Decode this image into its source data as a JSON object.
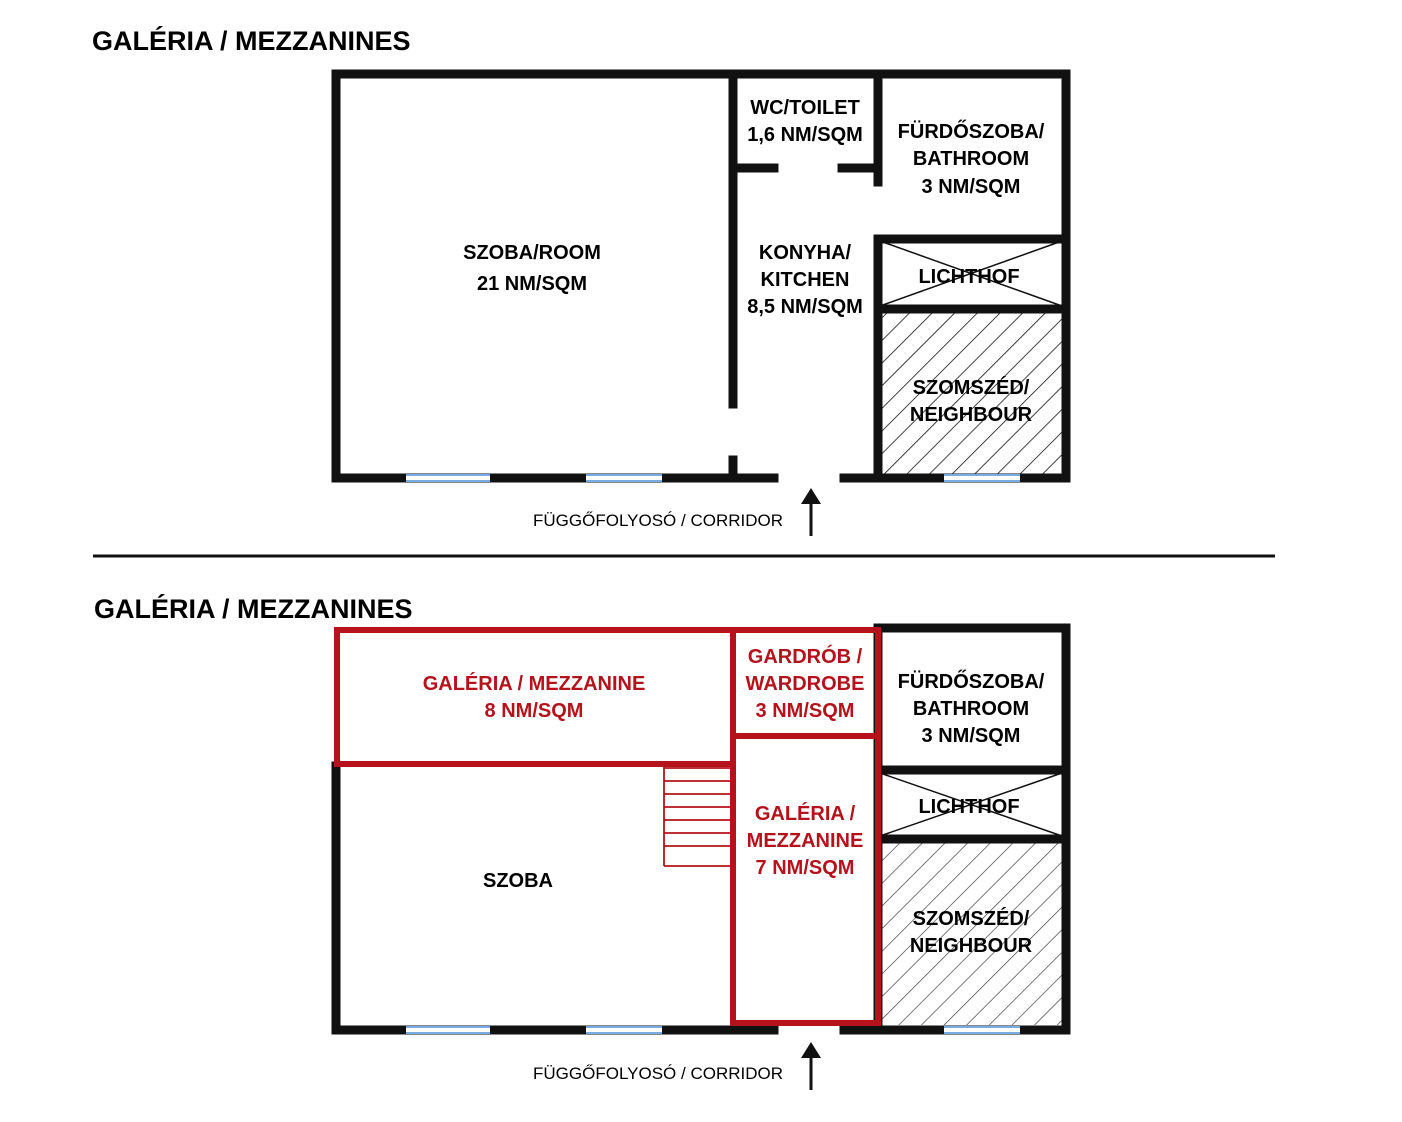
{
  "colors": {
    "wall": "#111111",
    "mezzanine": "#b5121b",
    "window": "#4a90d9"
  },
  "plan_top": {
    "title": "GALÉRIA / MEZZANINES",
    "room": {
      "name": "SZOBA/ROOM",
      "area": "21 NM/SQM"
    },
    "toilet": {
      "name": "WC/TOILET",
      "area": "1,6 NM/SQM"
    },
    "bathroom": {
      "line1": "FÜRDŐSZOBA/",
      "line2": "BATHROOM",
      "area": "3 NM/SQM"
    },
    "kitchen": {
      "line1": "KONYHA/",
      "line2": "KITCHEN",
      "area": "8,5 NM/SQM"
    },
    "lichthof": "LICHTHOF",
    "neighbour": {
      "line1": "SZOMSZÉD/",
      "line2": "NEIGHBOUR"
    },
    "corridor": "FÜGGŐFOLYOSÓ / CORRIDOR"
  },
  "plan_bottom": {
    "title": "GALÉRIA / MEZZANINES",
    "mezzanine_left": {
      "name": "GALÉRIA / MEZZANINE",
      "area": "8 NM/SQM"
    },
    "wardrobe": {
      "line1": "GARDRÓB /",
      "line2": "WARDROBE",
      "area": "3 NM/SQM"
    },
    "bathroom": {
      "line1": "FÜRDŐSZOBA/",
      "line2": "BATHROOM",
      "area": "3 NM/SQM"
    },
    "mezzanine_center": {
      "line1": "GALÉRIA /",
      "line2": "MEZZANINE",
      "area": "7 NM/SQM"
    },
    "lichthof": "LICHTHOF",
    "room": "SZOBA",
    "neighbour": {
      "line1": "SZOMSZÉD/",
      "line2": "NEIGHBOUR"
    },
    "corridor": "FÜGGŐFOLYOSÓ / CORRIDOR"
  }
}
